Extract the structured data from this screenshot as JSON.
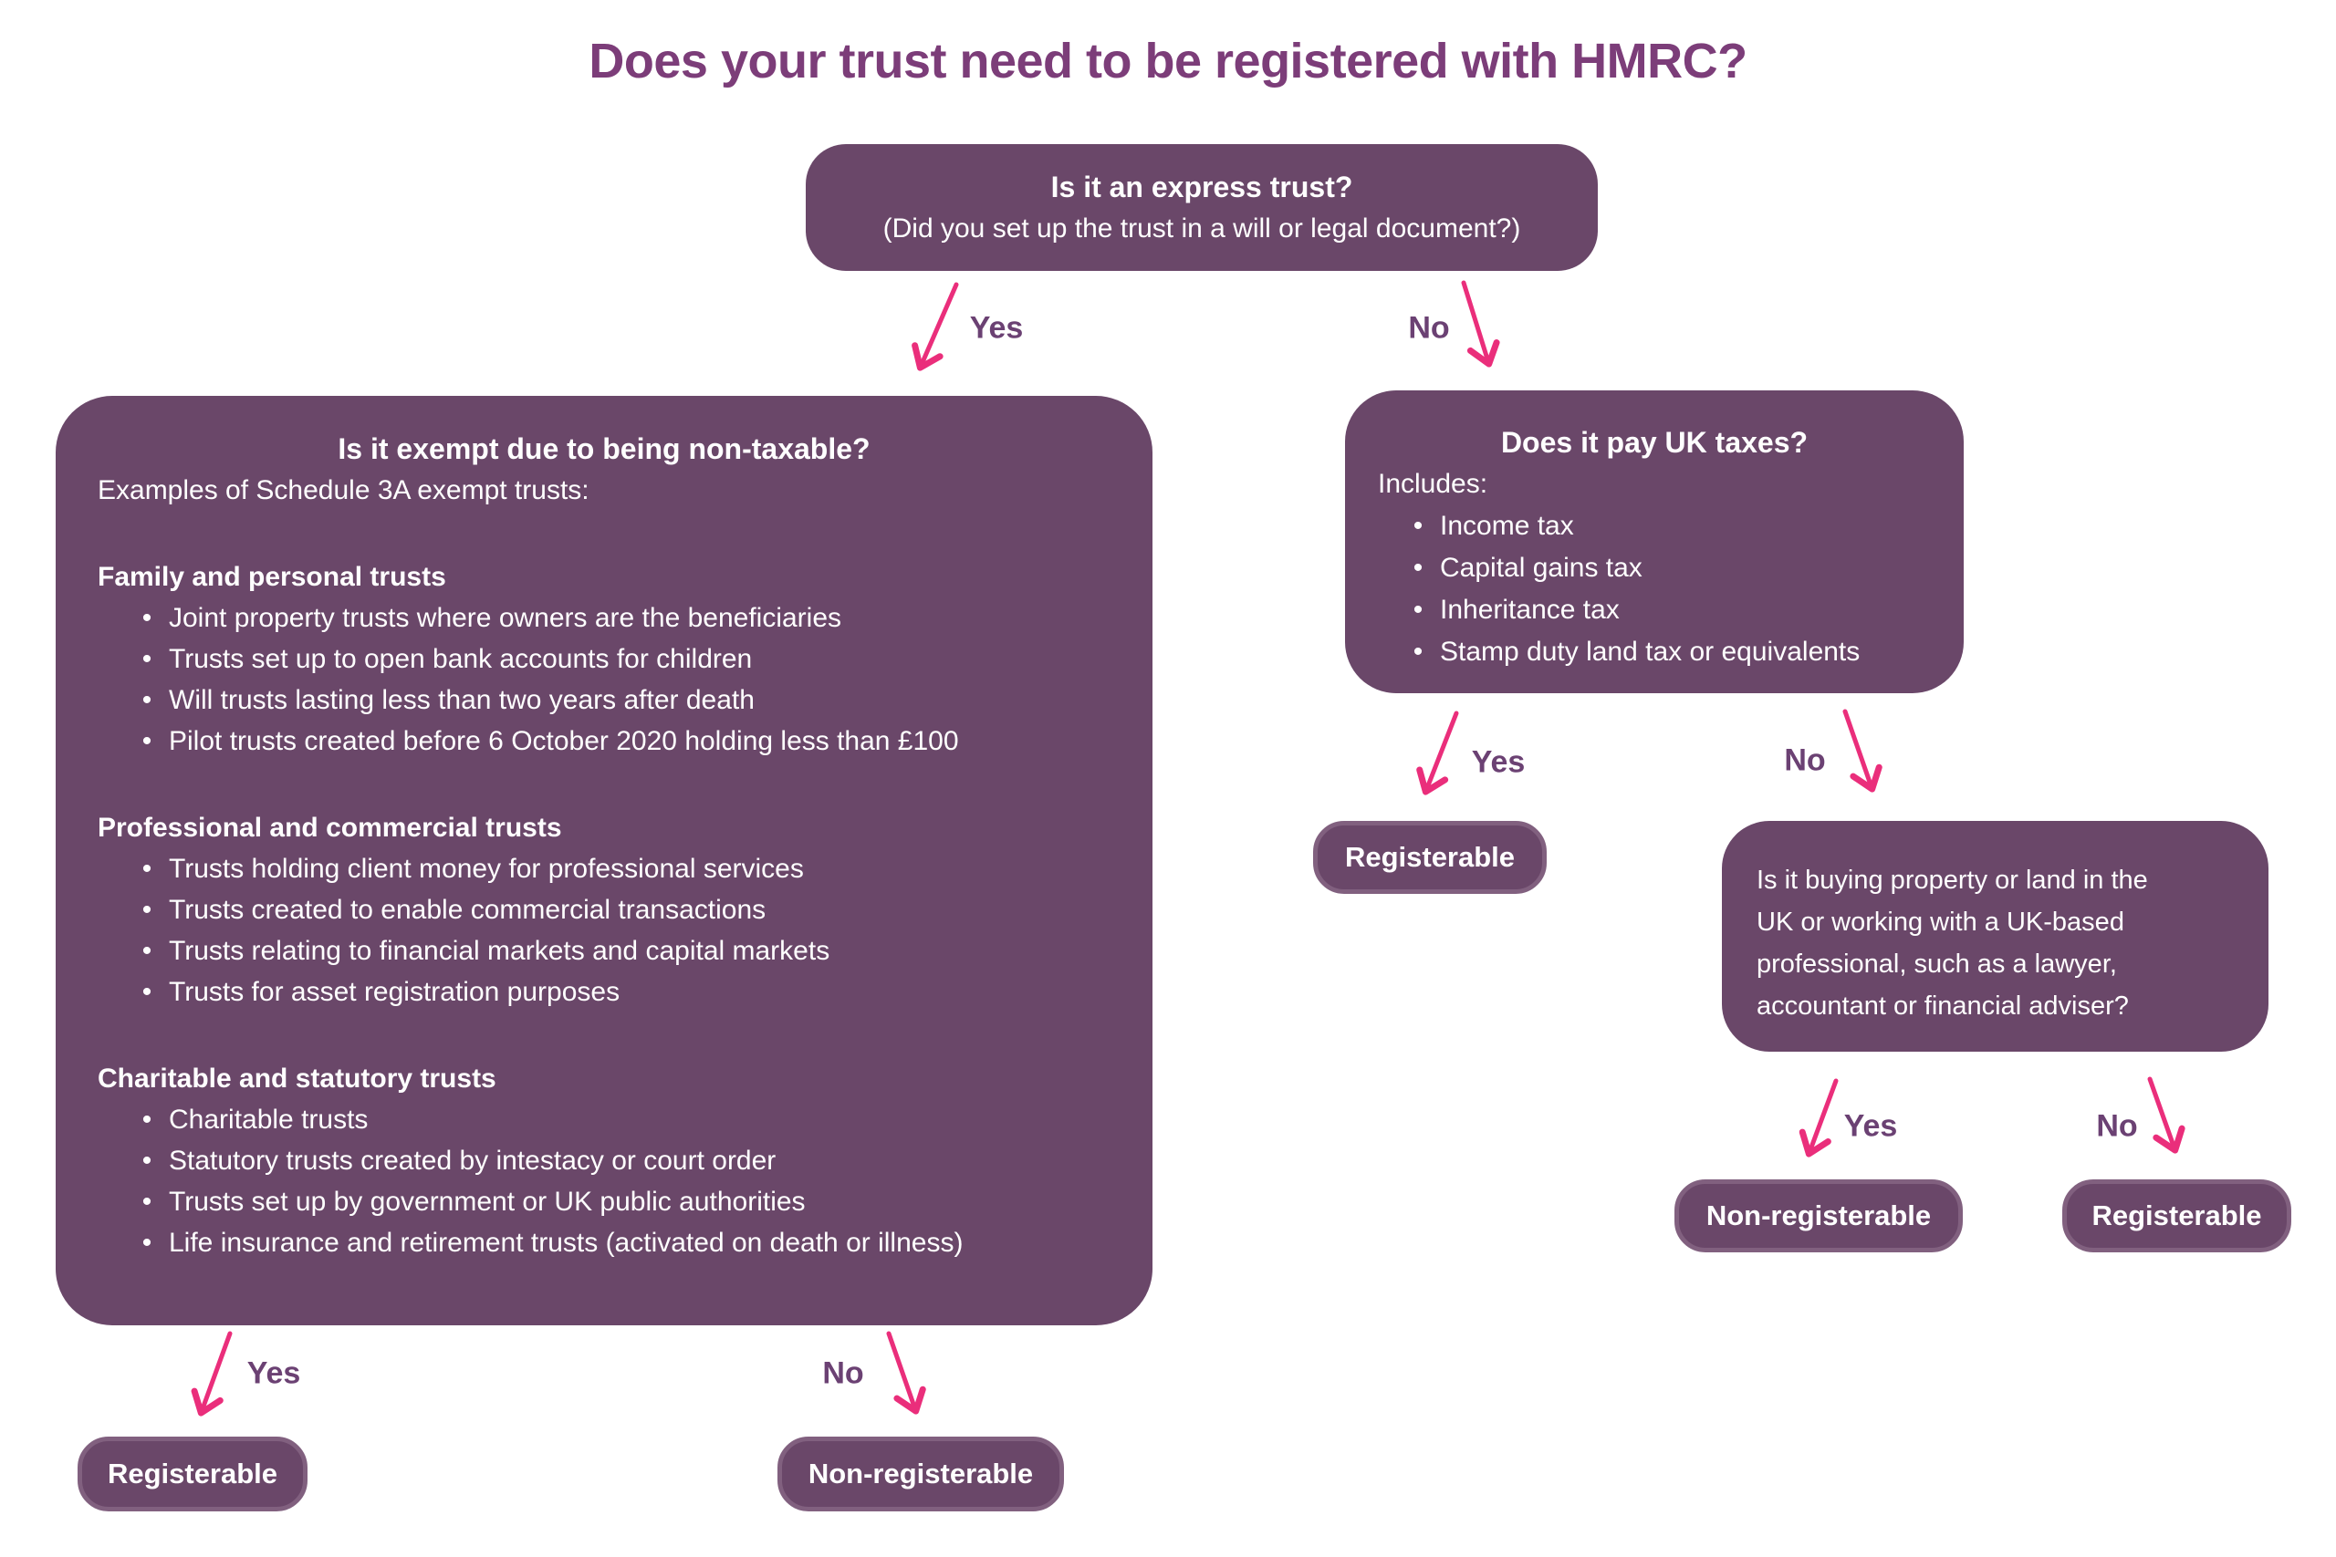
{
  "title": "Does your trust need to be registered with HMRC?",
  "bullet": "•",
  "labels": {
    "yes": "Yes",
    "no": "No"
  },
  "outcomes": {
    "registerable": "Registerable",
    "non_registerable": "Non-registerable"
  },
  "colors": {
    "box_fill": "#6a4769",
    "pill_border": "#81607f",
    "title_text": "#7c3d79",
    "yes_no_label_text": "#6b4173",
    "arrow_pink": "#ea2e7b",
    "text_on_box": "#ffffff",
    "background": "#ffffff"
  },
  "nodes": {
    "express": {
      "heading": "Is it an express trust?",
      "subheading": "(Did you set up the trust in a will or legal document?)"
    },
    "exempt": {
      "heading": "Is it exempt due to being non-taxable?",
      "intro": "Examples of Schedule 3A exempt trusts:",
      "sections": [
        {
          "heading": "Family and personal trusts",
          "items": [
            "Joint property trusts where owners are the beneficiaries",
            "Trusts set up to open bank accounts for children",
            "Will trusts lasting less than two years after death",
            "Pilot trusts created before 6 October 2020 holding less than £100"
          ]
        },
        {
          "heading": "Professional and commercial trusts",
          "items": [
            "Trusts holding client money for professional services",
            "Trusts created to enable commercial transactions",
            "Trusts relating to financial markets and capital markets",
            "Trusts for asset registration purposes"
          ]
        },
        {
          "heading": "Charitable and statutory trusts",
          "items": [
            "Charitable trusts",
            "Statutory trusts created by intestacy or court order",
            "Trusts set up by government or UK public authorities",
            "Life insurance and retirement trusts (activated on death or illness)"
          ]
        }
      ]
    },
    "uk_taxes": {
      "heading": "Does it pay UK taxes?",
      "intro": "Includes:",
      "items": [
        "Income tax",
        "Capital gains tax",
        "Inheritance tax",
        "Stamp duty land tax or equivalents"
      ]
    },
    "property": {
      "text": "Is it buying property or land in the\nUK or working with a UK-based\nprofessional, such as a lawyer,\naccountant or financial adviser?"
    }
  }
}
